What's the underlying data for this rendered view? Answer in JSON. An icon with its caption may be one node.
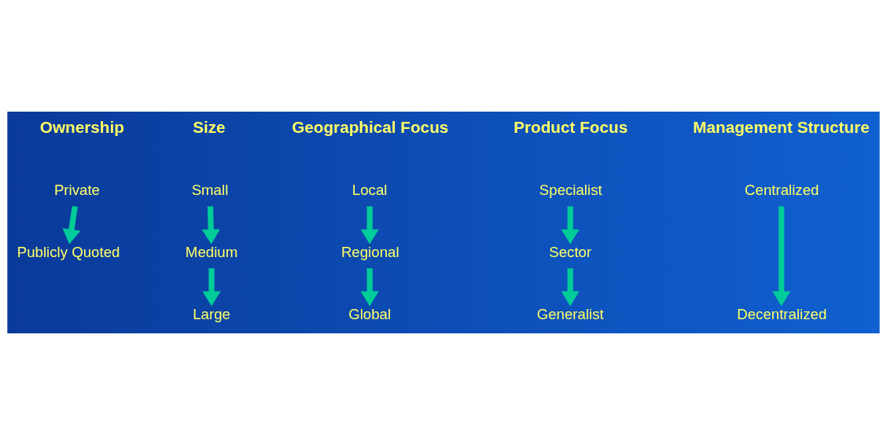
{
  "diagram": {
    "nodes": [
      {
        "text": [
          "Private"
        ]
      },
      {
        "text": [
          "Publicly Quoted"
        ]
      },
      {
        "text": [
          "Small"
        ]
      },
      {
        "text": [
          "Medium"
        ]
      },
      {
        "text": [
          "Large"
        ]
      },
      {
        "text": [
          "Local"
        ]
      },
      {
        "text": [
          "Regional"
        ]
      },
      {
        "text": [
          "Global"
        ]
      },
      {
        "text": [
          "Specialist"
        ]
      },
      {
        "text": [
          "Sector"
        ]
      },
      {
        "text": [
          "Generalist"
        ]
      },
      {
        "text": [
          "Centralized"
        ]
      },
      {
        "text": [
          "Decentralized"
        ]
      }
    ],
    "edges": [
      {
        "from": 0,
        "to": 1,
        "arrow": "to"
      },
      {
        "from": 2,
        "to": 3,
        "arrow": "to"
      },
      {
        "from": 3,
        "to": 4,
        "arrow": "to"
      },
      {
        "from": 5,
        "to": 6,
        "arrow": "to"
      },
      {
        "from": 6,
        "to": 7,
        "arrow": "to"
      },
      {
        "from": 8,
        "to": 9,
        "arrow": "to"
      },
      {
        "from": 9,
        "to": 10,
        "arrow": "to"
      },
      {
        "from": 11,
        "to": 12,
        "arrow": "to"
      }
    ],
    "labels": [
      "Ownership",
      "Size",
      "Geographical Focus",
      "Product Focus",
      "Management Structure"
    ]
  }
}
